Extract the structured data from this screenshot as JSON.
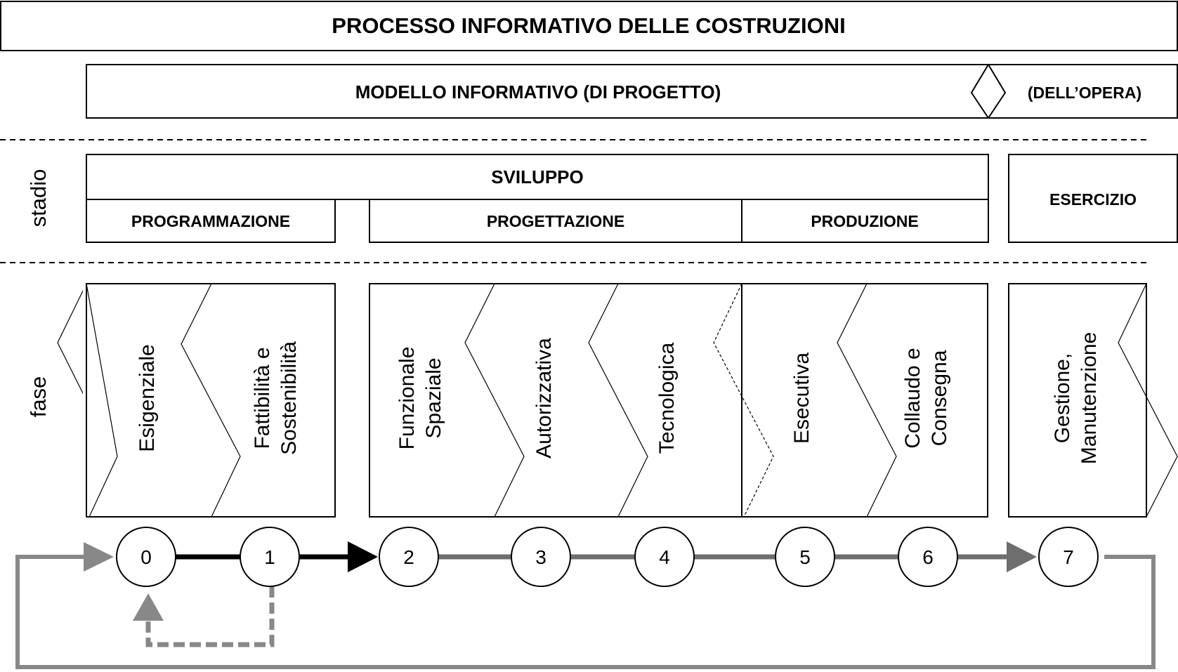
{
  "title": "PROCESSO INFORMATIVO DELLE COSTRUZIONI",
  "model_row": {
    "project_label": "MODELLO INFORMATIVO (DI PROGETTO)",
    "opera_label": "(DELL’OPERA)"
  },
  "side_labels": {
    "stadio": "stadio",
    "fase": "fase"
  },
  "stages": {
    "sviluppo": "SVILUPPO",
    "programmazione": "PROGRAMMAZIONE",
    "progettazione": "PROGETTAZIONE",
    "produzione": "PRODUZIONE",
    "esercizio": "ESERCIZIO"
  },
  "phases": [
    {
      "lines": [
        "Esigenziale"
      ]
    },
    {
      "lines": [
        "Fattibilità e",
        "Sostenibilità"
      ]
    },
    {
      "lines": [
        "Funzionale",
        "Spaziale"
      ]
    },
    {
      "lines": [
        "Autorizzativa"
      ]
    },
    {
      "lines": [
        "Tecnologica"
      ]
    },
    {
      "lines": [
        "Esecutiva"
      ]
    },
    {
      "lines": [
        "Collaudo e",
        "Consegna"
      ]
    },
    {
      "lines": [
        "Gestione,",
        "Manutenzione"
      ]
    }
  ],
  "steps": [
    "0",
    "1",
    "2",
    "3",
    "4",
    "5",
    "6",
    "7"
  ],
  "colors": {
    "stroke": "#000000",
    "flow_dark": "#000000",
    "flow_gray": "#6e6e6e",
    "loop_gray": "#888888"
  }
}
